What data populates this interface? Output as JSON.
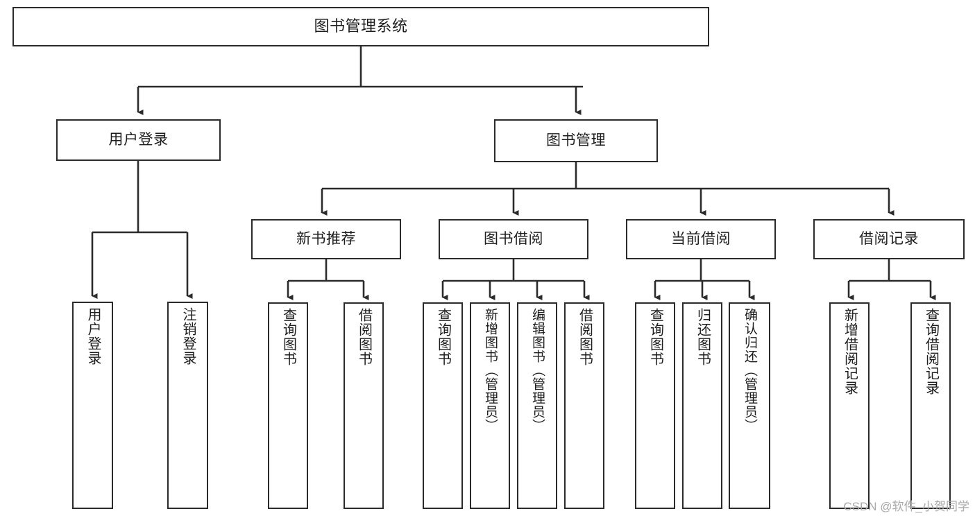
{
  "diagram": {
    "title": "图书管理系统",
    "type": "hierarchy-tree",
    "watermark": "CSDN @软件_小贺同学",
    "colors": {
      "box_border": "#2b2b2b",
      "box_fill": "#ffffff",
      "edge": "#2b2b2b",
      "text": "#1d1d1d",
      "watermark": "#a9a9a9",
      "background": "#ffffff"
    },
    "levels": {
      "root": "图书管理系统",
      "level2": [
        "用户登录",
        "图书管理"
      ],
      "level3": [
        "新书推荐",
        "图书借阅",
        "当前借阅",
        "借阅记录"
      ]
    },
    "nodes": {
      "root": {
        "label": "图书管理系统"
      },
      "user_login": {
        "label": "用户登录"
      },
      "book_manage": {
        "label": "图书管理"
      },
      "new_book_rec": {
        "label": "新书推荐"
      },
      "book_borrow": {
        "label": "图书借阅"
      },
      "current_borrow": {
        "label": "当前借阅"
      },
      "borrow_record": {
        "label": "借阅记录"
      },
      "leaf_user_login": {
        "label": "用户登录"
      },
      "leaf_logout": {
        "label": "注销登录"
      },
      "leaf_query_book_1": {
        "label": "查询图书"
      },
      "leaf_borrow_book_1": {
        "label": "借阅图书"
      },
      "leaf_query_book_2": {
        "label": "查询图书"
      },
      "leaf_add_book": {
        "label": "新增图书（管理员）"
      },
      "leaf_edit_book": {
        "label": "编辑图书（管理员）"
      },
      "leaf_borrow_book_2": {
        "label": "借阅图书"
      },
      "leaf_query_book_3": {
        "label": "查询图书"
      },
      "leaf_return_book": {
        "label": "归还图书"
      },
      "leaf_confirm_return": {
        "label": "确认归还（管理员）"
      },
      "leaf_add_record": {
        "label": "新增借阅记录"
      },
      "leaf_query_record": {
        "label": "查询借阅记录"
      }
    },
    "edges": [
      {
        "from": "root",
        "to": "用户登录"
      },
      {
        "from": "root",
        "to": "图书管理"
      },
      {
        "from": "用户登录",
        "to": "用户登录(叶)"
      },
      {
        "from": "用户登录",
        "to": "注销登录"
      },
      {
        "from": "图书管理",
        "to": "新书推荐"
      },
      {
        "from": "图书管理",
        "to": "图书借阅"
      },
      {
        "from": "图书管理",
        "to": "当前借阅"
      },
      {
        "from": "图书管理",
        "to": "借阅记录"
      },
      {
        "from": "新书推荐",
        "to": "查询图书"
      },
      {
        "from": "新书推荐",
        "to": "借阅图书"
      },
      {
        "from": "图书借阅",
        "to": "查询图书"
      },
      {
        "from": "图书借阅",
        "to": "新增图书（管理员）"
      },
      {
        "from": "图书借阅",
        "to": "编辑图书（管理员）"
      },
      {
        "from": "图书借阅",
        "to": "借阅图书"
      },
      {
        "from": "当前借阅",
        "to": "查询图书"
      },
      {
        "from": "当前借阅",
        "to": "归还图书"
      },
      {
        "from": "当前借阅",
        "to": "确认归还（管理员）"
      },
      {
        "from": "借阅记录",
        "to": "新增借阅记录"
      },
      {
        "from": "借阅记录",
        "to": "查询借阅记录"
      }
    ]
  }
}
